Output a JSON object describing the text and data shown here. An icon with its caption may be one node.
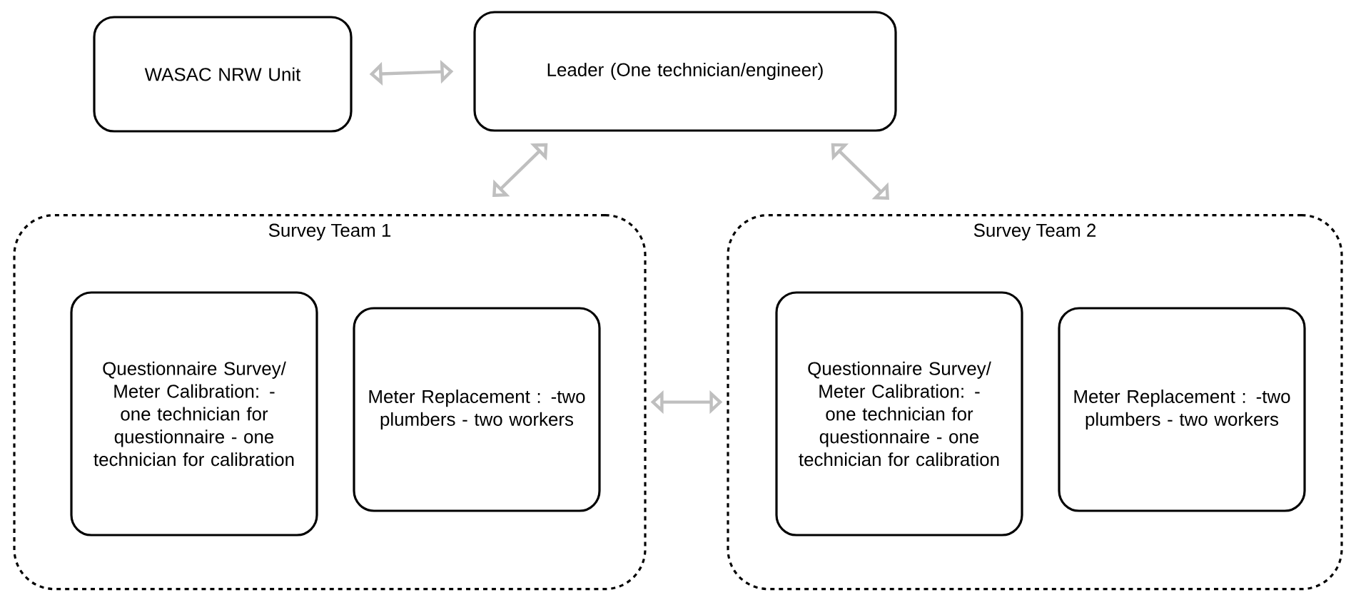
{
  "diagram": {
    "nodes": [
      {
        "text": [
          "WASAC NRW Unit"
        ]
      },
      {
        "text": [
          "Leader (One technician/engineer)"
        ]
      },
      {
        "text": [
          "Survey Team 1"
        ]
      },
      {
        "text": [
          "Questionnaire Survey/ Meter Calibration: - one technician for questionnaire - one technician for calibration"
        ],
        "in": 2
      },
      {
        "text": [
          "Meter Replacement : -two plumbers - two workers"
        ],
        "in": 2
      },
      {
        "text": [
          "Survey Team 2"
        ]
      },
      {
        "text": [
          "Questionnaire Survey/ Meter Calibration: - one technician for questionnaire - one technician for calibration"
        ],
        "in": 5
      },
      {
        "text": [
          "Meter Replacement : -two plumbers - two workers"
        ],
        "in": 5
      }
    ],
    "edges": [
      {
        "from": 0,
        "to": 1,
        "arrow": "both",
        "color": "#bfbfbf"
      },
      {
        "from": 2,
        "to": 1,
        "arrow": "both",
        "color": "#bfbfbf"
      },
      {
        "from": 5,
        "to": 1,
        "arrow": "both",
        "color": "#bfbfbf"
      },
      {
        "from": 2,
        "to": 5,
        "arrow": "both",
        "color": "#bfbfbf"
      }
    ]
  }
}
